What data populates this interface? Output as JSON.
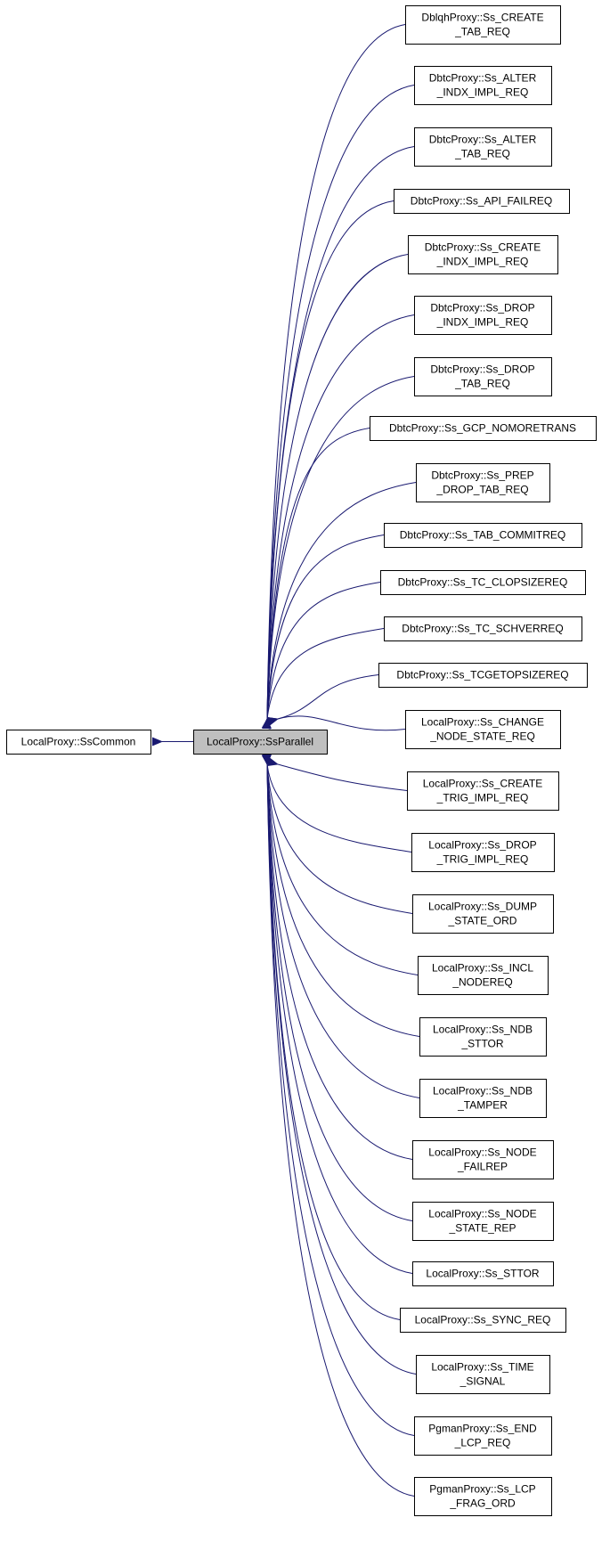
{
  "colors": {
    "edge": "#191970",
    "node_border": "#000000",
    "node_fill": "#ffffff",
    "focus_fill": "#bfbfbf",
    "text": "#000000"
  },
  "base": {
    "id": "base",
    "lines": [
      "LocalProxy::SsCommon"
    ]
  },
  "focus": {
    "id": "focus",
    "lines": [
      "LocalProxy::SsParallel"
    ]
  },
  "derived": [
    {
      "id": "d0",
      "lines": [
        "DblqhProxy::Ss_CREATE",
        "_TAB_REQ"
      ]
    },
    {
      "id": "d1",
      "lines": [
        "DbtcProxy::Ss_ALTER",
        "_INDX_IMPL_REQ"
      ]
    },
    {
      "id": "d2",
      "lines": [
        "DbtcProxy::Ss_ALTER",
        "_TAB_REQ"
      ]
    },
    {
      "id": "d3",
      "lines": [
        "DbtcProxy::Ss_API_FAILREQ"
      ]
    },
    {
      "id": "d4",
      "lines": [
        "DbtcProxy::Ss_CREATE",
        "_INDX_IMPL_REQ"
      ]
    },
    {
      "id": "d5",
      "lines": [
        "DbtcProxy::Ss_DROP",
        "_INDX_IMPL_REQ"
      ]
    },
    {
      "id": "d6",
      "lines": [
        "DbtcProxy::Ss_DROP",
        "_TAB_REQ"
      ]
    },
    {
      "id": "d7",
      "lines": [
        "DbtcProxy::Ss_GCP_NOMORETRANS"
      ]
    },
    {
      "id": "d8",
      "lines": [
        "DbtcProxy::Ss_PREP",
        "_DROP_TAB_REQ"
      ]
    },
    {
      "id": "d9",
      "lines": [
        "DbtcProxy::Ss_TAB_COMMITREQ"
      ]
    },
    {
      "id": "d10",
      "lines": [
        "DbtcProxy::Ss_TC_CLOPSIZEREQ"
      ]
    },
    {
      "id": "d11",
      "lines": [
        "DbtcProxy::Ss_TC_SCHVERREQ"
      ]
    },
    {
      "id": "d12",
      "lines": [
        "DbtcProxy::Ss_TCGETOPSIZEREQ"
      ]
    },
    {
      "id": "d13",
      "lines": [
        "LocalProxy::Ss_CHANGE",
        "_NODE_STATE_REQ"
      ]
    },
    {
      "id": "d14",
      "lines": [
        "LocalProxy::Ss_CREATE",
        "_TRIG_IMPL_REQ"
      ]
    },
    {
      "id": "d15",
      "lines": [
        "LocalProxy::Ss_DROP",
        "_TRIG_IMPL_REQ"
      ]
    },
    {
      "id": "d16",
      "lines": [
        "LocalProxy::Ss_DUMP",
        "_STATE_ORD"
      ]
    },
    {
      "id": "d17",
      "lines": [
        "LocalProxy::Ss_INCL",
        "_NODEREQ"
      ]
    },
    {
      "id": "d18",
      "lines": [
        "LocalProxy::Ss_NDB",
        "_STTOR"
      ]
    },
    {
      "id": "d19",
      "lines": [
        "LocalProxy::Ss_NDB",
        "_TAMPER"
      ]
    },
    {
      "id": "d20",
      "lines": [
        "LocalProxy::Ss_NODE",
        "_FAILREP"
      ]
    },
    {
      "id": "d21",
      "lines": [
        "LocalProxy::Ss_NODE",
        "_STATE_REP"
      ]
    },
    {
      "id": "d22",
      "lines": [
        "LocalProxy::Ss_STTOR"
      ]
    },
    {
      "id": "d23",
      "lines": [
        "LocalProxy::Ss_SYNC_REQ"
      ]
    },
    {
      "id": "d24",
      "lines": [
        "LocalProxy::Ss_TIME",
        "_SIGNAL"
      ]
    },
    {
      "id": "d25",
      "lines": [
        "PgmanProxy::Ss_END",
        "_LCP_REQ"
      ]
    },
    {
      "id": "d26",
      "lines": [
        "PgmanProxy::Ss_LCP",
        "_FRAG_ORD"
      ]
    }
  ]
}
